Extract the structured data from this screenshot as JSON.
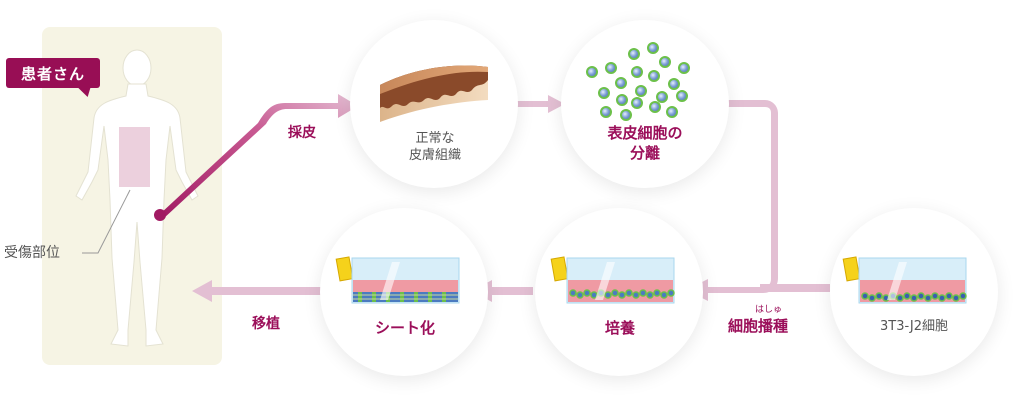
{
  "patient": {
    "callout": "患者さん",
    "injury_label": "受傷部位"
  },
  "steps": {
    "harvest": "採皮",
    "normal_skin_line1": "正常な",
    "normal_skin_line2": "皮膚組織",
    "separation_line1": "表皮細胞の",
    "separation_line2": "分離",
    "feeder": "3T3-J2細胞",
    "seeding": "細胞播種",
    "seeding_ruby": "はしゅ",
    "culture": "培養",
    "sheet": "シート化",
    "transplant": "移植"
  },
  "colors": {
    "accent": "#980e55",
    "arrow": "#e3bfd3",
    "patient_bg": "#f6f4e4",
    "wound": "#ecd0dd",
    "cell_green": "#6cc04a",
    "medium_pink": "#ef9aa3",
    "flask_blue": "#d5ecf7",
    "cap_yellow": "#f5d21b"
  },
  "icons": [
    "human-body-icon",
    "skin-tissue-icon",
    "epidermal-cells-icon",
    "culture-flask-icon"
  ]
}
